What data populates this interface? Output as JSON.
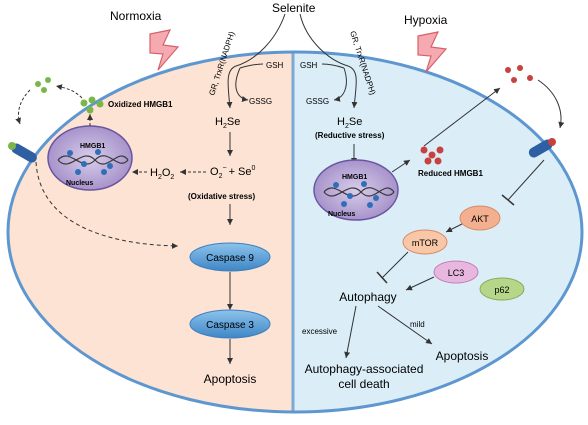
{
  "panels": {
    "left_title": "Normoxia",
    "right_title": "Hypoxia",
    "top_label": "Selenite"
  },
  "left": {
    "gr_txr": "GR, TrxR(NADPH)",
    "gsh": "GSH",
    "gssg": "GSSG",
    "h2se": "H",
    "h2se_sub": "2",
    "h2se_tail": "Se",
    "superoxide": "O",
    "superoxide_sub": "2",
    "superoxide_sup": "−",
    "plus_se": "+ Se",
    "se_sup": "0",
    "h2o2": "H",
    "h2o2_sub": "2",
    "h2o2_mid": "O",
    "h2o2_sub2": "2",
    "oxidative_stress": "(Oxidative stress)",
    "oxidized_hmgb1": "Oxidized HMGB1",
    "hmgb1": "HMGB1",
    "nucleus": "Nucleus",
    "caspase9": "Caspase 9",
    "caspase3": "Caspase 3",
    "apoptosis": "Apoptosis"
  },
  "right": {
    "gr_txr": "GR, TrxR(NADPH)",
    "gsh": "GSH",
    "gssg": "GSSG",
    "h2se": "H",
    "h2se_sub": "2",
    "h2se_tail": "Se",
    "reductive_stress": "(Reductive stress)",
    "hmgb1": "HMGB1",
    "nucleus": "Nucleus",
    "reduced_hmgb1": "Reduced HMGB1",
    "akt": "AKT",
    "mtor": "mTOR",
    "lc3": "LC3",
    "p62": "p62",
    "autophagy": "Autophagy",
    "excessive": "excessive",
    "mild": "mild",
    "apoptosis": "Apoptosis",
    "death_line1": "Autophagy-associated",
    "death_line2": "cell death"
  },
  "colors": {
    "left_cell": "#fce3d4",
    "right_cell": "#dbeef8",
    "membrane": "#6a9fd4",
    "dots_green": "#7ab648",
    "dots_red": "#c8413d",
    "nucleus": "#b9a7d6",
    "caspase": "#5aa0d8",
    "akt": "#f2b090",
    "mtor": "#f7c7a8",
    "lc3": "#e8b7df",
    "p62": "#b6d68a"
  }
}
